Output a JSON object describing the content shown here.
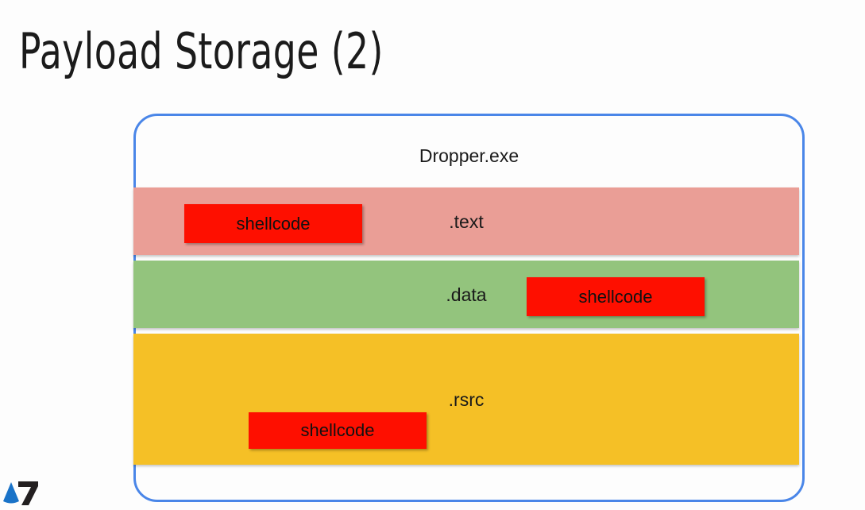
{
  "slide": {
    "title": "Payload Storage (2)",
    "background_color": "#fdfdfd"
  },
  "diagram": {
    "container": {
      "label": "Dropper.exe",
      "border_color": "#4a86e8",
      "shape": "rounded-rectangle"
    },
    "sections": [
      {
        "label": ".text",
        "color": "#ea9e96",
        "payload": {
          "label": "shellcode",
          "color": "#fe0f00",
          "align": "left"
        }
      },
      {
        "label": ".data",
        "color": "#93c47d",
        "payload": {
          "label": "shellcode",
          "color": "#fe0f00",
          "align": "right"
        }
      },
      {
        "label": ".rsrc",
        "color": "#f5c026",
        "payload": {
          "label": "shellcode",
          "color": "#fe0f00",
          "align": "center-left"
        }
      }
    ]
  },
  "logo": {
    "name": "seven-logo",
    "triangle_color": "#1a73c8",
    "digit_color": "#231f20",
    "digit": "7"
  }
}
